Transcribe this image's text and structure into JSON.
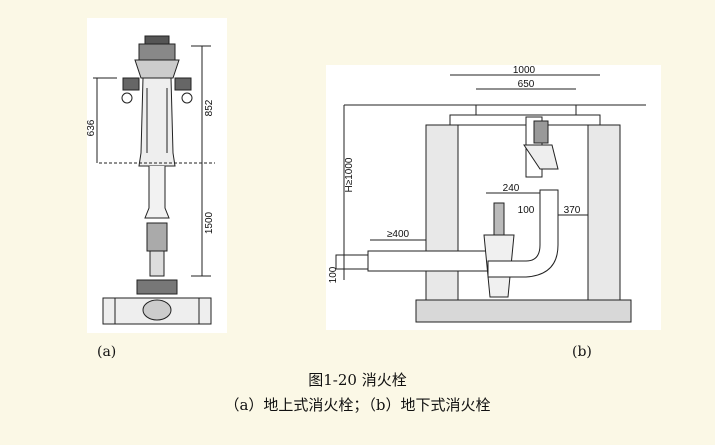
{
  "panel_a": {
    "label": "(a)",
    "dimensions": {
      "upper_height": "636",
      "top_height": "852",
      "buried_depth": "1500"
    }
  },
  "panel_b": {
    "label": "(b)",
    "dimensions": {
      "outer_width": "1000",
      "cover_width": "650",
      "depth": "H≥1000",
      "offset_240": "240",
      "offset_100": "100",
      "offset_370": "370",
      "pipe_length": "≥400",
      "pipe_dia": "100"
    }
  },
  "figure": {
    "title": "图1-20 消火栓",
    "caption": "（a）地上式消火栓；（b）地下式消火栓"
  }
}
